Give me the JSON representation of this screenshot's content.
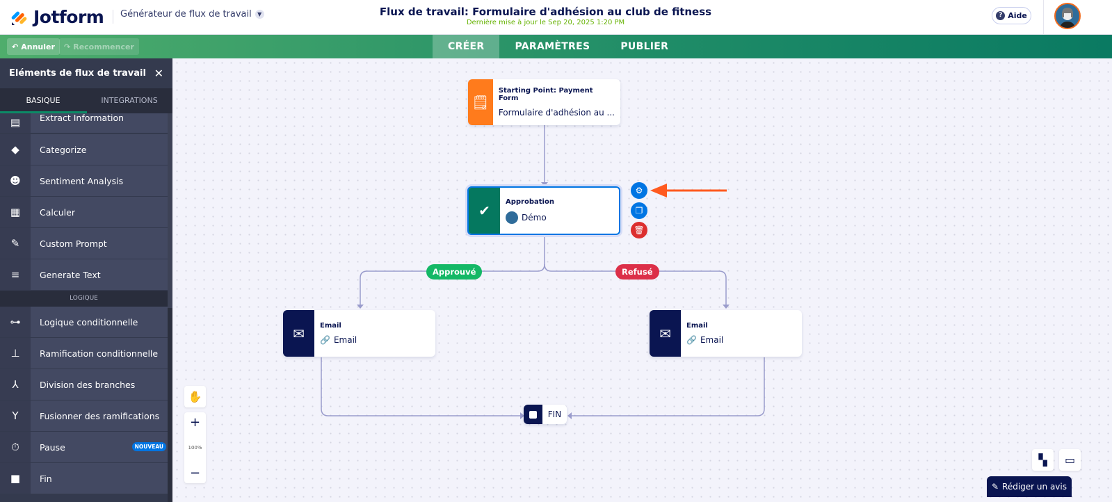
{
  "header": {
    "brand": "Jotform",
    "app_switcher": "Générateur de flux de travail",
    "title": "Flux de travail: Formulaire d'adhésion au club de fitness",
    "subtitle": "Dernière mise à jour le Sep 20, 2025 1:20 PM",
    "help": "Aide"
  },
  "toolbar": {
    "undo": "Annuler",
    "redo": "Recommencer",
    "tabs": [
      "CRÉER",
      "PARAMÈTRES",
      "PUBLIER"
    ],
    "active_tab": "CRÉER"
  },
  "sidebar": {
    "title": "Eléments de flux de travail",
    "tabs": [
      "BASIQUE",
      "INTEGRATIONS"
    ],
    "items": [
      {
        "label": "Extract Information",
        "icon": "extract-icon"
      },
      {
        "label": "Categorize",
        "icon": "tag-icon"
      },
      {
        "label": "Sentiment Analysis",
        "icon": "smile-icon"
      },
      {
        "label": "Calculer",
        "icon": "calculator-icon"
      },
      {
        "label": "Custom Prompt",
        "icon": "magic-wand-icon"
      },
      {
        "label": "Generate Text",
        "icon": "text-sparkle-icon"
      }
    ],
    "section": "LOGIQUE",
    "logic_items": [
      {
        "label": "Logique conditionnelle"
      },
      {
        "label": "Ramification conditionnelle"
      },
      {
        "label": "Division des branches"
      },
      {
        "label": "Fusionner des ramifications"
      },
      {
        "label": "Pause",
        "badge": "NOUVEAU"
      },
      {
        "label": "Fin"
      }
    ]
  },
  "canvas": {
    "start": {
      "title": "Starting Point: Payment Form",
      "value": "Formulaire d'adhésion au ...",
      "color": "#ff7b1c"
    },
    "approval": {
      "title": "Approbation",
      "value": "Démo",
      "color": "#05785f"
    },
    "approved": {
      "label": "Approuvé",
      "color": "#14b866"
    },
    "rejected": {
      "label": "Refusé",
      "color": "#dc2f48"
    },
    "email_left": {
      "title": "Email",
      "value": "Email"
    },
    "email_right": {
      "title": "Email",
      "value": "Email"
    },
    "end": {
      "label": "FIN"
    },
    "zoom": "100%"
  },
  "footer": {
    "review": "Rédiger un avis"
  }
}
